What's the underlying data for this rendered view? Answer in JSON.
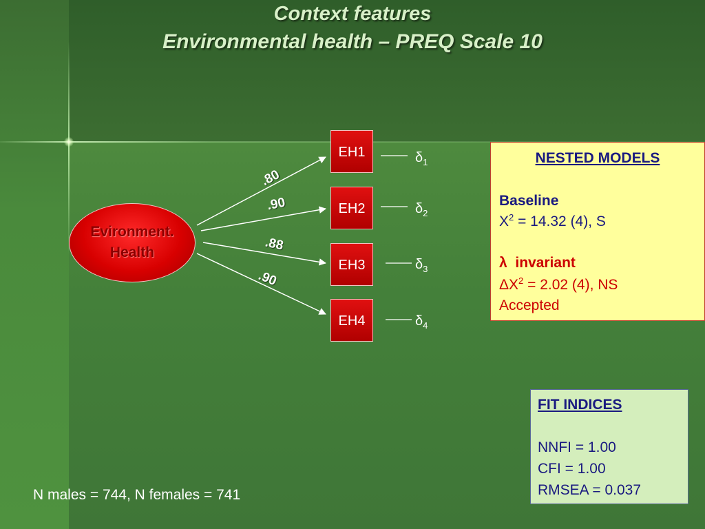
{
  "title": {
    "line1": "Context  features",
    "line2": "Environmental health – PREQ Scale 10"
  },
  "latent": {
    "line1": "Evironment.",
    "line2": "Health"
  },
  "indicators": [
    {
      "label": "EH1",
      "loading": ".80",
      "error": "δ",
      "error_sub": "1"
    },
    {
      "label": "EH2",
      "loading": ".90",
      "error": "δ",
      "error_sub": "2"
    },
    {
      "label": "EH3",
      "loading": ".88",
      "error": "δ",
      "error_sub": "3"
    },
    {
      "label": "EH4",
      "loading": ".90",
      "error": "δ",
      "error_sub": "4"
    }
  ],
  "nested_models": {
    "heading": "NESTED MODELS",
    "baseline_label": "Baseline",
    "baseline_chi_prefix": "X",
    "baseline_chi_sup": "2",
    "baseline_chi_value": " = 14.32 (4), S",
    "lambda_symbol": "λ",
    "invariant_label": "invariant",
    "delta_chi_prefix": "ΔX",
    "delta_chi_sup": "2",
    "delta_chi_value": " = 2.02 (4), NS",
    "result": "Accepted"
  },
  "fit_indices": {
    "heading": "FIT INDICES",
    "nnfi": "NNFI = 1.00",
    "cfi": "CFI = 1.00",
    "rmsea": "RMSEA = 0.037"
  },
  "sample": "N males = 744, N females = 741",
  "colors": {
    "indicator_red": "#cc0000",
    "nested_bg": "#ffff9c",
    "fit_bg": "#d4eebc",
    "heading_blue": "#1a1a80"
  }
}
